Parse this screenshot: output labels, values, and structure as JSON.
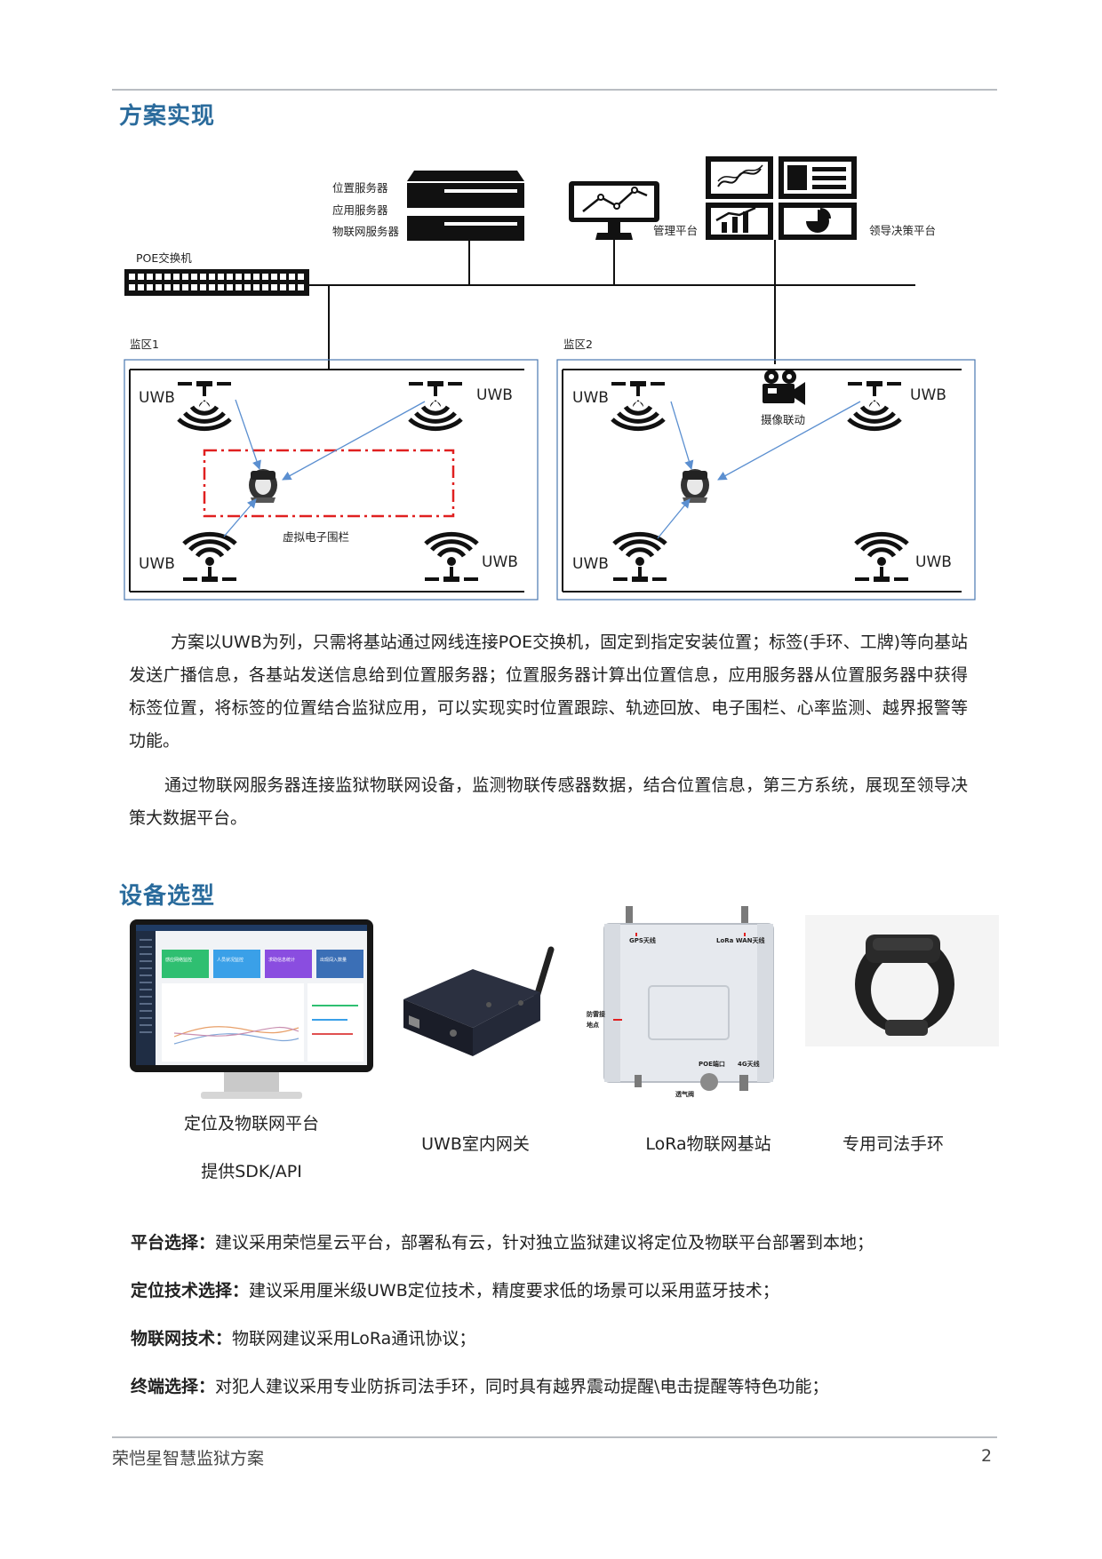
{
  "section1": {
    "title": "方案实现"
  },
  "diagram": {
    "server_labels": [
      "位置服务器",
      "应用服务器",
      "物联网服务器"
    ],
    "management_label": "管理平台",
    "decision_label": "领导决策平台",
    "switch_label": "POE交换机",
    "zone1_label": "监区1",
    "zone2_label": "监区2",
    "uwb_label": "UWB",
    "camera_label": "摄像联动",
    "fence_label": "虚拟电子围栏"
  },
  "paragraphs": [
    "方案以UWB为列，只需将基站通过网线连接POE交换机，固定到指定安装位置；标签(手环、工牌)等向基站发送广播信息，各基站发送信息给到位置服务器；位置服务器计算出位置信息，应用服务器从位置服务器中获得标签位置，将标签的位置结合监狱应用，可以实现实时位置跟踪、轨迹回放、电子围栏、心率监测、越界报警等功能。",
    "通过物联网服务器连接监狱物联网设备，监测物联传感器数据，结合位置信息，第三方系统，展现至领导决策大数据平台。"
  ],
  "section2": {
    "title": "设备选型"
  },
  "screen_cards": [
    "感应网络监控",
    "人员状况监控",
    "求助信息统计",
    "出现闯入数量"
  ],
  "devices": [
    {
      "caption_line1": "定位及物联网平台",
      "caption_line2": "提供SDK/API"
    },
    {
      "caption_line1": "UWB室内网关"
    },
    {
      "caption_line1": "LoRa物联网基站"
    },
    {
      "caption_line1": "专用司法手环"
    }
  ],
  "lora_labels": {
    "gps": "GPS天线",
    "wan": "LoRa WAN天线",
    "ground": "防雷接",
    "ground2": "地点",
    "poe": "POE端口",
    "g4": "4G天线",
    "vent": "透气阀"
  },
  "recommendations": [
    {
      "label": "平台选择：",
      "text": "建议采用荣恺星云平台，部署私有云，针对独立监狱建议将定位及物联平台部署到本地；"
    },
    {
      "label": "定位技术选择：",
      "text": "建议采用厘米级UWB定位技术，精度要求低的场景可以采用蓝牙技术；"
    },
    {
      "label": "物联网技术：",
      "text": "物联网建议采用LoRa通讯协议；"
    },
    {
      "label": "终端选择：",
      "text": "对犯人建议采用专业防拆司法手环，同时具有越界震动提醒\\电击提醒等特色功能；"
    }
  ],
  "footer": {
    "title": "荣恺星智慧监狱方案",
    "page": "2"
  },
  "colors": {
    "accent": "#2a6b9c",
    "fence": "#e02020",
    "arrow": "#5b8fd0"
  }
}
